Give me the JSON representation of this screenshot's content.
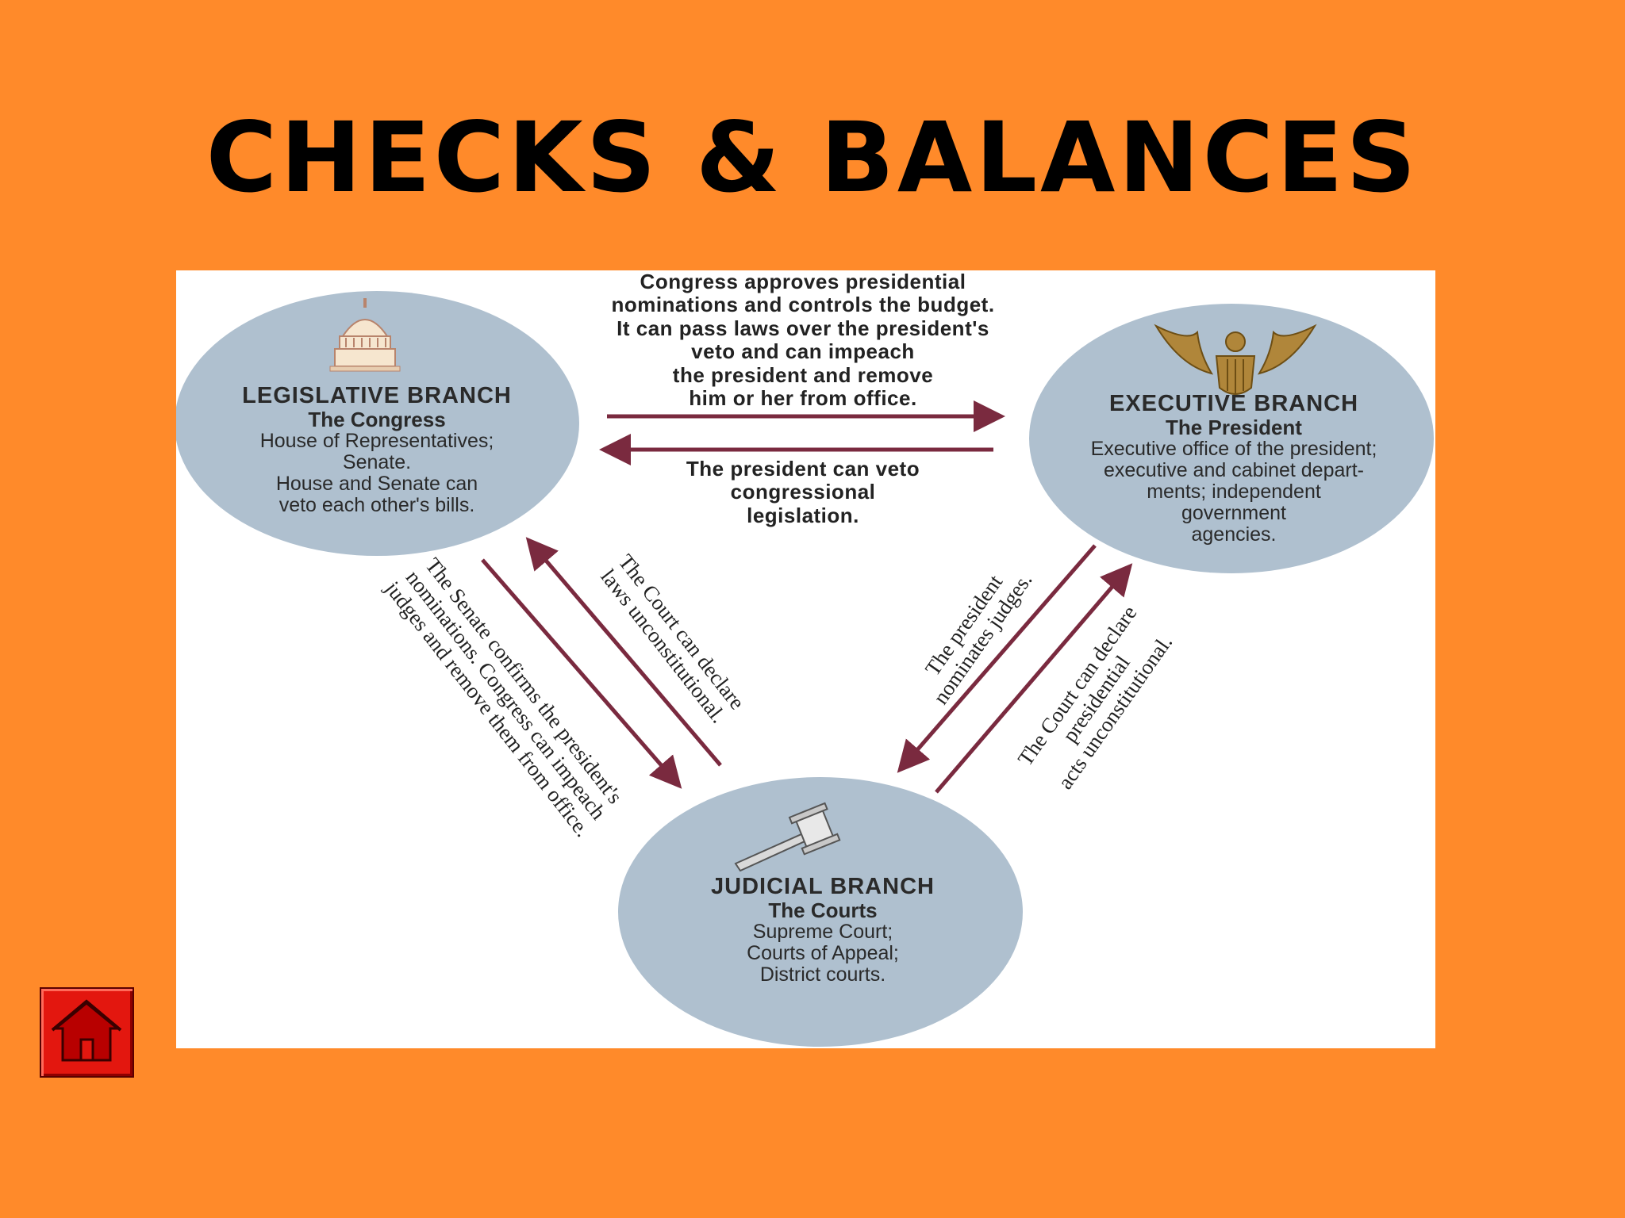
{
  "title": "CHECKS & BALANCES",
  "branches": {
    "legislative": {
      "title": "LEGISLATIVE BRANCH",
      "subtitle": "The Congress",
      "lines": [
        "House of Representatives;",
        "Senate.",
        "House and Senate can",
        "veto each other's bills."
      ],
      "icon": "capitol-dome-icon"
    },
    "executive": {
      "title": "EXECUTIVE BRANCH",
      "subtitle": "The President",
      "lines": [
        "Executive office of the president;",
        "executive and cabinet depart-",
        "ments; independent",
        "government",
        "agencies."
      ],
      "icon": "eagle-seal-icon"
    },
    "judicial": {
      "title": "JUDICIAL BRANCH",
      "subtitle": "The Courts",
      "lines": [
        "Supreme Court;",
        "Courts of Appeal;",
        "District courts."
      ],
      "icon": "gavel-icon"
    }
  },
  "checks": {
    "congress_to_president": [
      "Congress approves presidential",
      "nominations and controls the budget.",
      "It can pass laws over the president's",
      "veto and can impeach",
      "the president and remove",
      "him or her from office."
    ],
    "president_to_congress": [
      "The president can veto",
      "congressional",
      "legislation."
    ],
    "court_to_congress": [
      "The Court can declare",
      "laws unconstitutional."
    ],
    "senate_to_court": [
      "The Senate confirms the president's",
      "nominations. Congress can impeach",
      "judges and remove them from office."
    ],
    "president_to_court": [
      "The president",
      "nominates judges."
    ],
    "court_to_president": [
      "The Court can declare",
      "presidential",
      "acts unconstitutional."
    ]
  },
  "colors": {
    "background": "#FF8A2A",
    "circle": "#AFC0CF",
    "arrow": "#7A2A3F",
    "home_button": "#E3170F"
  },
  "navigation": {
    "home_icon": "home-icon"
  }
}
